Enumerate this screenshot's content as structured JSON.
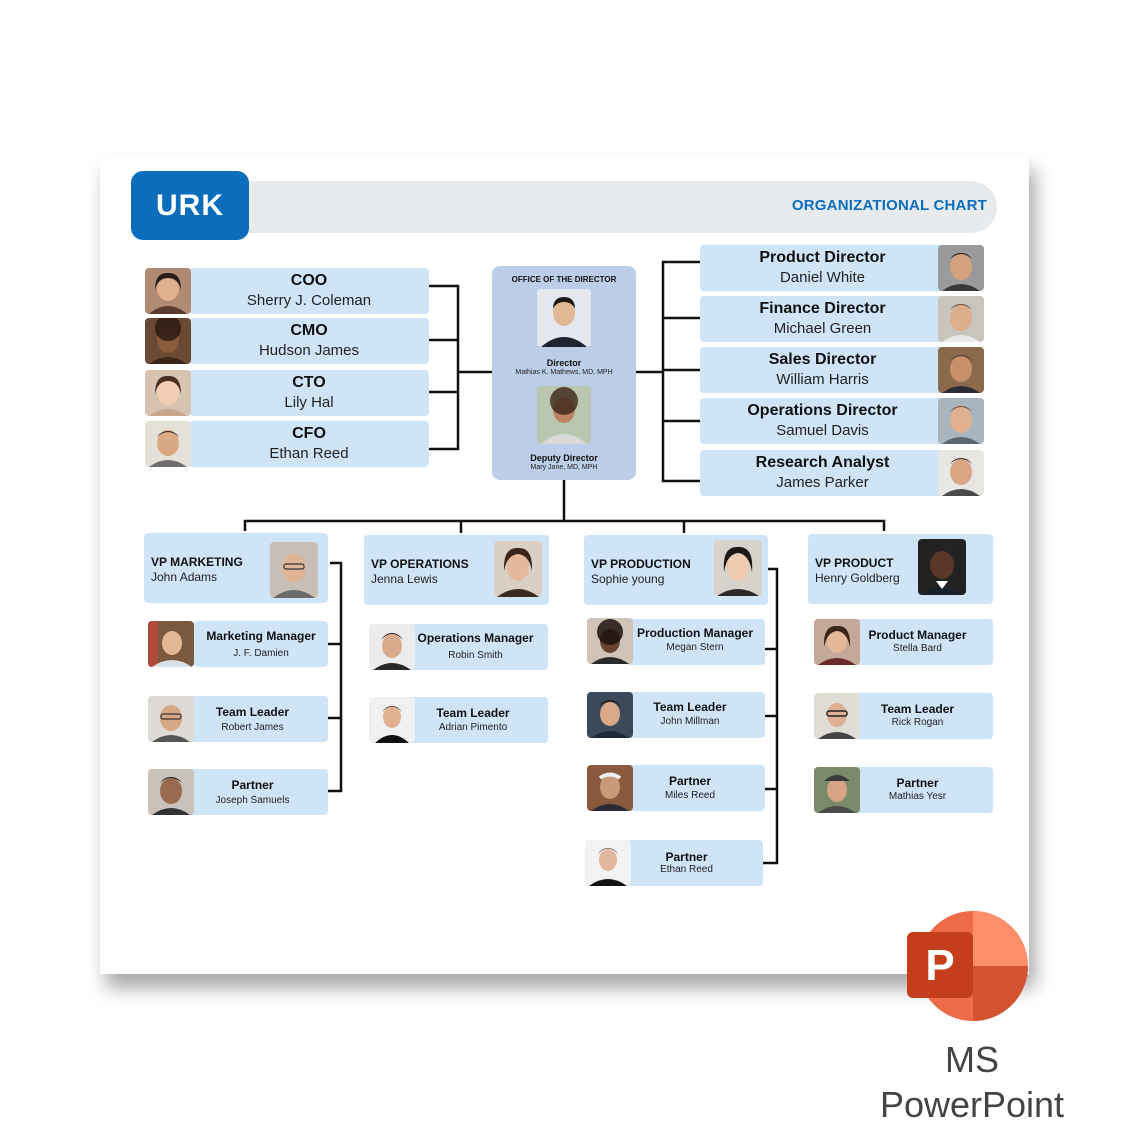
{
  "header": {
    "logo": "URK",
    "title": "ORGANIZATIONAL CHART"
  },
  "office": {
    "heading": "OFFICE OF THE DIRECTOR",
    "director_role": "Director",
    "director_name": "Mathias K. Mathews, MD, MPH",
    "deputy_role": "Deputy Director",
    "deputy_name": "Mary Jane, MD, MPH"
  },
  "left_execs": [
    {
      "title": "COO",
      "name": "Sherry J. Coleman"
    },
    {
      "title": "CMO",
      "name": "Hudson James"
    },
    {
      "title": "CTO",
      "name": "Lily Hal"
    },
    {
      "title": "CFO",
      "name": "Ethan Reed"
    }
  ],
  "right_execs": [
    {
      "title": "Product Director",
      "name": "Daniel White"
    },
    {
      "title": "Finance Director",
      "name": "Michael Green"
    },
    {
      "title": "Sales Director",
      "name": "William Harris"
    },
    {
      "title": "Operations Director",
      "name": "Samuel Davis"
    },
    {
      "title": "Research Analyst",
      "name": "James Parker"
    }
  ],
  "vps": [
    {
      "title": "VP MARKETING",
      "name": "John Adams",
      "team": [
        {
          "title": "Marketing Manager",
          "name": "J. F. Damien"
        },
        {
          "title": "Team Leader",
          "name": "Robert James"
        },
        {
          "title": "Partner",
          "name": "Joseph Samuels"
        }
      ]
    },
    {
      "title": "VP OPERATIONS",
      "name": "Jenna Lewis",
      "team": [
        {
          "title": "Operations Manager",
          "name": "Robin Smith"
        },
        {
          "title": "Team Leader",
          "name": "Adrian Pimento"
        }
      ]
    },
    {
      "title": "VP PRODUCTION",
      "name": "Sophie young",
      "team": [
        {
          "title": "Production Manager",
          "name": "Megan Stern"
        },
        {
          "title": "Team Leader",
          "name": "John Millman"
        },
        {
          "title": "Partner",
          "name": "Miles Reed"
        },
        {
          "title": "Partner",
          "name": "Ethan Reed"
        }
      ]
    },
    {
      "title": "VP PRODUCT",
      "name": "Henry Goldberg",
      "team": [
        {
          "title": "Product Manager",
          "name": "Stella Bard"
        },
        {
          "title": "Team Leader",
          "name": "Rick Rogan"
        },
        {
          "title": "Partner",
          "name": "Mathias Yesr"
        }
      ]
    }
  ],
  "branding": {
    "line1": "MS",
    "line2": "PowerPoint",
    "icon": "powerpoint-icon",
    "icon_letter": "P"
  },
  "colors": {
    "accent": "#0a6ebd",
    "card": "#cfe4f7",
    "office": "#bccde8",
    "ppt_red": "#c43e1c",
    "ppt_orange": "#ed6c47"
  }
}
